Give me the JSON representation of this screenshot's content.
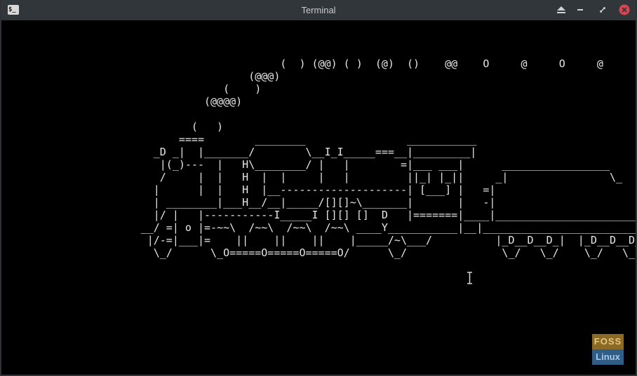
{
  "window": {
    "title": "Terminal",
    "app_icon_text": "$_"
  },
  "titlebar_buttons": {
    "keep_above": "keep-above",
    "minimize": "minimize",
    "maximize": "maximize",
    "close": "close"
  },
  "terminal": {
    "lines": [
      "                                            (  ) (@@) ( )  (@)  ()    @@    O     @     O     @",
      "                                       (@@@)",
      "                                   (    )",
      "                                (@@@@)",
      "",
      "                              (   )",
      "                            ====        ________                ___________",
      "                        _D _|  |_______/        \\__I_I_____===__|_________|",
      "                         |(_)---  |   H\\________/ |   |        =|___ ___|      _________________",
      "                         /     |  |   H  |  |     |   |         ||_| |_||     _|                \\_",
      "                        |      |  |   H  |__--------------------| [___] |   =|",
      "                        | ________|___H__/__|_____/[][]~\\_______|       |   -|",
      "                        |/ |   |-----------I_____I [][] []  D   |=======|____|________________________",
      "                      __/ =| o |=-~~\\  /~~\\  /~~\\  /~~\\ ____Y___________|__|__________________________",
      "                       |/-=|___|=    ||    ||    ||    |_____/~\\___/          |_D__D__D_|  |_D__D__D_|",
      "                        \\_/      \\_O=====O=====O=====O/      \\_/               \\_/   \\_/    \\_/   \\_/"
    ]
  },
  "watermark": {
    "top": "FOSS",
    "bottom": "Linux"
  },
  "colors": {
    "titlebar": "#31363b",
    "terminal_bg": "#000000",
    "terminal_fg": "#e6e6e6",
    "close_button": "#da4453"
  }
}
